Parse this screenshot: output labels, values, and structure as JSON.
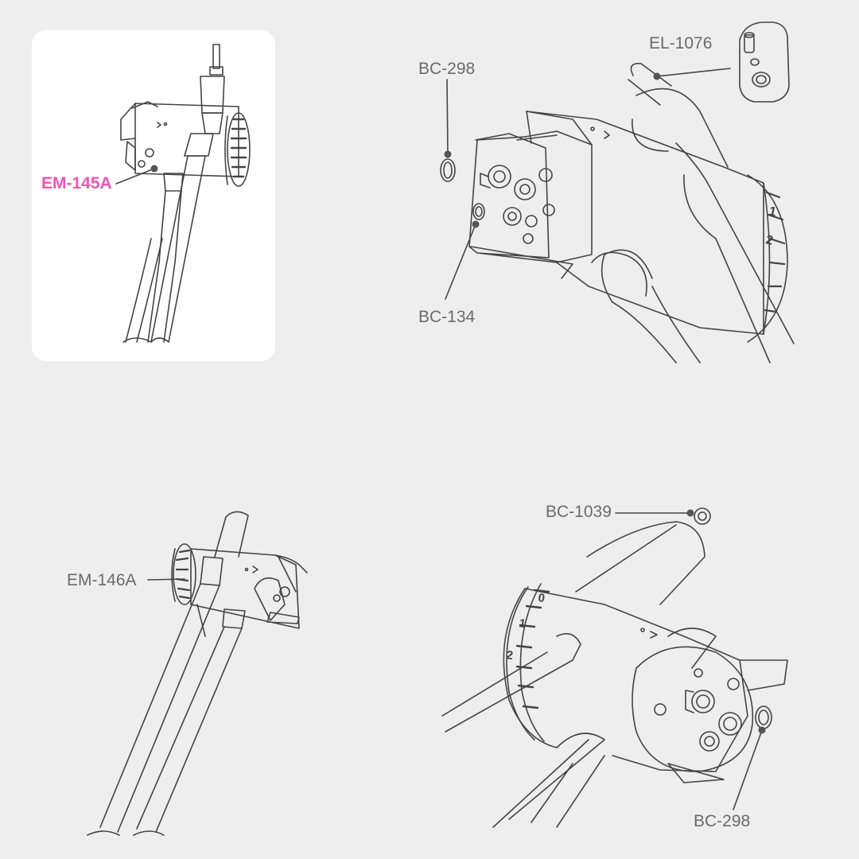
{
  "figure": {
    "labels": {
      "em145a": "EM-145A",
      "bc298_top": "BC-298",
      "el1076": "EL-1076",
      "bc134": "BC-134",
      "em146a": "EM-146A",
      "bc1039": "BC-1039",
      "bc298_bottom": "BC-298"
    },
    "dial_numbers": [
      "1",
      "2",
      "0",
      "1",
      "2"
    ]
  },
  "colors": {
    "background": "#eeeeee",
    "card": "#ffffff",
    "line": "#444444",
    "label": "#6b6b6b",
    "highlight_label": "#ff4fb8"
  }
}
